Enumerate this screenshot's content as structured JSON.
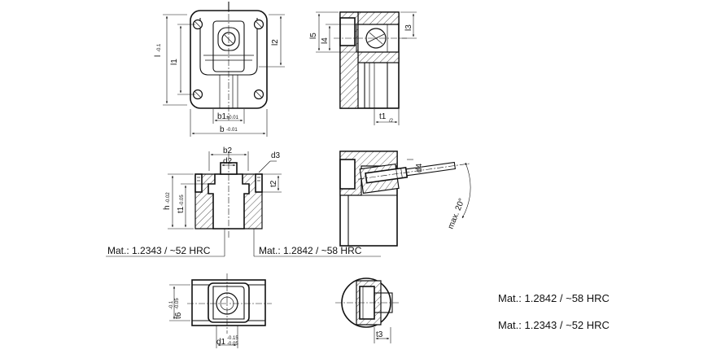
{
  "dims": {
    "l": "l",
    "l_tol": "-0.1",
    "l1": "l1",
    "l2": "l2",
    "b1": "b1",
    "b1_tol": "±0.01",
    "b": "b",
    "b_tol": "-0.01",
    "l5": "l5",
    "l4": "l4",
    "l3": "l3",
    "t1_half": "t1",
    "t1_half_sub": "/2",
    "b2": "b2",
    "d2": "d2",
    "d3": "d3",
    "t2": "t2",
    "h": "h",
    "h_tol": "-0.02",
    "t1": "t1",
    "t1_tol": "-0.05",
    "d4": "d4",
    "angle": "max. 20°",
    "t6": "t6",
    "t6_tol_hi": "-0.1",
    "t6_tol_lo": "-0.05",
    "d1": "d1",
    "d1_tol_hi": "-0.15",
    "d1_tol_lo": "-0.05",
    "t3": "t3"
  },
  "materials": {
    "left_label": "Mat.: 1.2343 / ~52 HRC",
    "right_label": "Mat.: 1.2842 / ~58 HRC",
    "legend_1": "Mat.: 1.2842 / ~58 HRC",
    "legend_2": "Mat.: 1.2343 / ~52 HRC"
  }
}
